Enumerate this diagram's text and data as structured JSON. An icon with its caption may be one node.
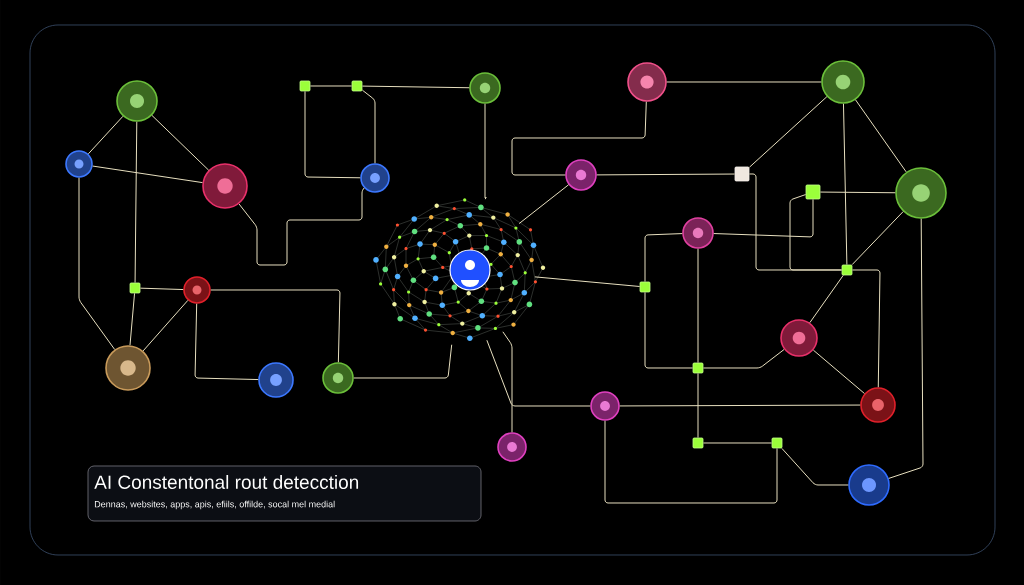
{
  "diagram": {
    "title": "AI Constentonal rout detecction",
    "caption": "Dennas,  websites, apps, apis, efiils, offilde, socal mel medial",
    "nodes": [
      {
        "text": [],
        "shape": "circle"
      },
      {
        "text": [],
        "shape": "circle"
      },
      {
        "text": [],
        "shape": "circle"
      },
      {
        "text": [],
        "shape": "circle"
      },
      {
        "text": [],
        "shape": "circle"
      },
      {
        "text": [],
        "shape": "box"
      },
      {
        "text": [],
        "shape": "box"
      },
      {
        "text": [],
        "shape": "box"
      },
      {
        "text": [],
        "shape": "circle"
      },
      {
        "text": [],
        "shape": "circle"
      },
      {
        "text": [],
        "shape": "circle"
      },
      {
        "text": [],
        "shape": "circle"
      },
      {
        "text": [],
        "shape": "picture"
      },
      {
        "text": [],
        "shape": "circle"
      },
      {
        "text": [],
        "shape": "circle"
      },
      {
        "text": [],
        "shape": "circle"
      },
      {
        "text": [],
        "shape": "box"
      },
      {
        "text": [],
        "shape": "box"
      },
      {
        "text": [],
        "shape": "circle"
      },
      {
        "text": [],
        "shape": "circle"
      },
      {
        "text": [],
        "shape": "box"
      },
      {
        "text": [],
        "shape": "box"
      },
      {
        "text": [],
        "shape": "circle"
      },
      {
        "text": [],
        "shape": "box"
      },
      {
        "text": [],
        "shape": "circle"
      },
      {
        "text": [],
        "shape": "circle"
      },
      {
        "text": [],
        "shape": "circle"
      },
      {
        "text": [],
        "shape": "box"
      },
      {
        "text": [],
        "shape": "box"
      },
      {
        "text": [],
        "shape": "circle"
      }
    ],
    "edges": [
      {
        "from": 0,
        "to": 1,
        "arrow": "none"
      },
      {
        "from": 0,
        "to": 2,
        "arrow": "none"
      },
      {
        "from": 1,
        "to": 2,
        "arrow": "none"
      },
      {
        "from": 0,
        "to": 7,
        "arrow": "none"
      },
      {
        "from": 1,
        "to": 9,
        "arrow": "none"
      },
      {
        "from": 7,
        "to": 9,
        "arrow": "none"
      },
      {
        "from": 7,
        "to": 8,
        "arrow": "none"
      },
      {
        "from": 9,
        "to": 8,
        "arrow": "none"
      },
      {
        "from": 2,
        "to": 3,
        "arrow": "none"
      },
      {
        "from": 5,
        "to": 6,
        "arrow": "none"
      },
      {
        "from": 5,
        "to": 3,
        "arrow": "none"
      },
      {
        "from": 6,
        "to": 3,
        "arrow": "none"
      },
      {
        "from": 6,
        "to": 4,
        "arrow": "none"
      },
      {
        "from": 4,
        "to": 12,
        "arrow": "none"
      },
      {
        "from": 8,
        "to": 10,
        "arrow": "none"
      },
      {
        "from": 8,
        "to": 11,
        "arrow": "none"
      },
      {
        "from": 11,
        "to": 12,
        "arrow": "none"
      },
      {
        "from": 13,
        "to": 14,
        "arrow": "none"
      },
      {
        "from": 13,
        "to": 15,
        "arrow": "none"
      },
      {
        "from": 15,
        "to": 12,
        "arrow": "none"
      },
      {
        "from": 15,
        "to": 16,
        "arrow": "none"
      },
      {
        "from": 16,
        "to": 14,
        "arrow": "none"
      },
      {
        "from": 14,
        "to": 18,
        "arrow": "none"
      },
      {
        "from": 14,
        "to": 21,
        "arrow": "none"
      },
      {
        "from": 17,
        "to": 18,
        "arrow": "none"
      },
      {
        "from": 19,
        "to": 17,
        "arrow": "none"
      },
      {
        "from": 19,
        "to": 23,
        "arrow": "none"
      },
      {
        "from": 19,
        "to": 20,
        "arrow": "none"
      },
      {
        "from": 20,
        "to": 12,
        "arrow": "none"
      },
      {
        "from": 20,
        "to": 23,
        "arrow": "none"
      },
      {
        "from": 23,
        "to": 22,
        "arrow": "none"
      },
      {
        "from": 22,
        "to": 25,
        "arrow": "none"
      },
      {
        "from": 18,
        "to": 21,
        "arrow": "none"
      },
      {
        "from": 21,
        "to": 22,
        "arrow": "none"
      },
      {
        "from": 21,
        "to": 25,
        "arrow": "none"
      },
      {
        "from": 12,
        "to": 24,
        "arrow": "none"
      },
      {
        "from": 24,
        "to": 25,
        "arrow": "none"
      },
      {
        "from": 24,
        "to": 28,
        "arrow": "none"
      },
      {
        "from": 23,
        "to": 27,
        "arrow": "none"
      },
      {
        "from": 27,
        "to": 28,
        "arrow": "none"
      },
      {
        "from": 28,
        "to": 29,
        "arrow": "none"
      },
      {
        "from": 18,
        "to": 29,
        "arrow": "none"
      },
      {
        "from": 12,
        "to": 26,
        "arrow": "none"
      },
      {
        "from": 16,
        "to": 21,
        "arrow": "none"
      },
      {
        "from": 17,
        "to": 21,
        "arrow": "none"
      }
    ]
  }
}
